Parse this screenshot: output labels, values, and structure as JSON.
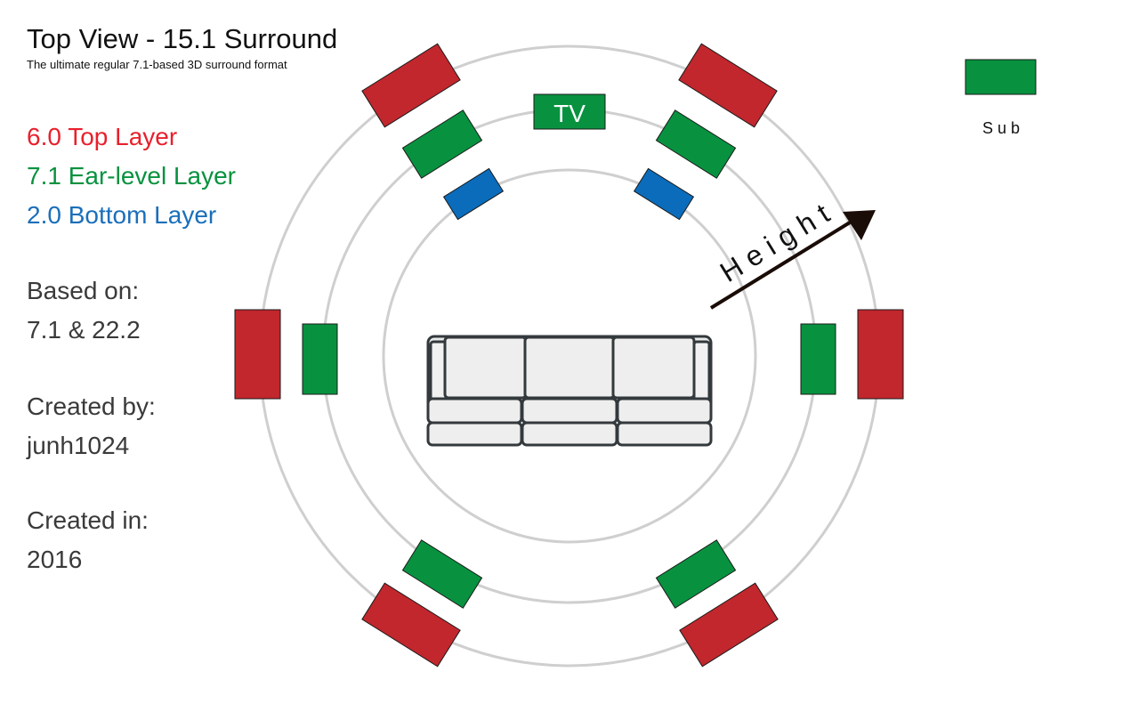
{
  "title": "Top View - 15.1 Surround",
  "subtitle": "The ultimate regular 7.1-based 3D surround format",
  "legend": [
    {
      "label": "6.0 Top Layer",
      "color": "#e8202c"
    },
    {
      "label": "7.1 Ear-level Layer",
      "color": "#08923f"
    },
    {
      "label": "2.0 Bottom Layer",
      "color": "#1a6fba"
    }
  ],
  "info": {
    "based_on_label": "Based on:",
    "based_on_value": "7.1 & 22.2",
    "created_by_label": "Created by:",
    "created_by_value": "junh1024",
    "created_in_label": "Created in:",
    "created_in_value": "2016"
  },
  "tv_label": "TV",
  "sub_label": "S u b",
  "height_label": "H e i g h t",
  "colors": {
    "top_speaker": "#c1272d",
    "ear_speaker": "#08923f",
    "bottom_speaker": "#0a6cbb",
    "ring": "#cfcfcf",
    "arrow": "#1a0c06"
  }
}
